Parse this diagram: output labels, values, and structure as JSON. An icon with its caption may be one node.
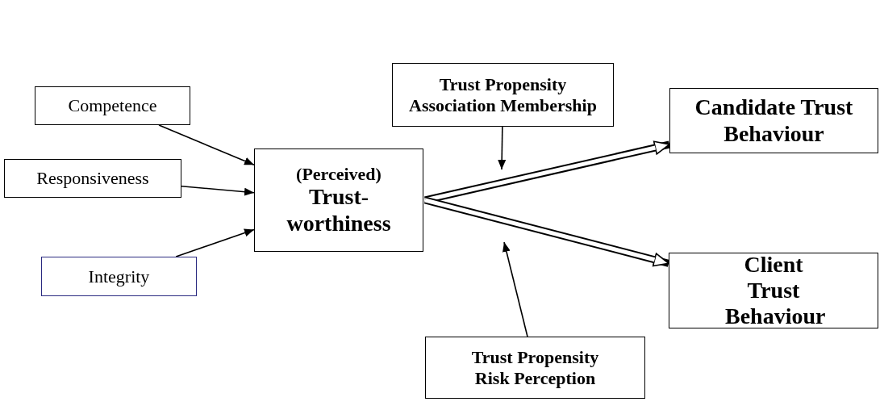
{
  "diagram": {
    "nodes": [
      {
        "text": [
          "Competence"
        ]
      },
      {
        "text": [
          "Responsiveness"
        ]
      },
      {
        "text": [
          "Integrity"
        ]
      },
      {
        "text": [
          "(Perceived)",
          "Trust- worthiness"
        ]
      },
      {
        "text": [
          "Trust Propensity Association Membership"
        ]
      },
      {
        "text": [
          "Candidate Trust Behaviour"
        ]
      },
      {
        "text": [
          "Client Trust Behaviour"
        ]
      },
      {
        "text": [
          "Trust Propensity Risk Perception"
        ]
      }
    ],
    "edges": [
      {
        "from": 0,
        "to": 3,
        "arrow": "to"
      },
      {
        "from": 1,
        "to": 3,
        "arrow": "to"
      },
      {
        "from": 2,
        "to": 3,
        "arrow": "to"
      },
      {
        "from": 3,
        "to": 5,
        "arrow": "to",
        "style": "thick"
      },
      {
        "from": 3,
        "to": 6,
        "arrow": "to",
        "style": "thick"
      },
      {
        "from": 4,
        "to": null,
        "arrow": "to"
      },
      {
        "from": 7,
        "to": null,
        "arrow": "to"
      }
    ]
  }
}
